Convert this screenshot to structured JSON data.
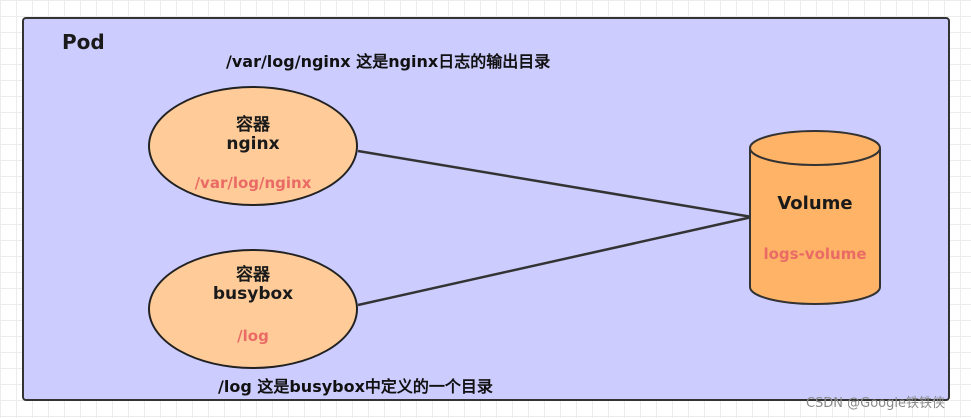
{
  "pod": {
    "label": "Pod"
  },
  "notes": {
    "top": "/var/log/nginx 这是nginx日志的输出目录",
    "bottom": "/log 这是busybox中定义的一个目录"
  },
  "containers": [
    {
      "kind": "容器",
      "name": "nginx",
      "mount_path": "/var/log/nginx"
    },
    {
      "kind": "容器",
      "name": "busybox",
      "mount_path": "/log"
    }
  ],
  "volume": {
    "title": "Volume",
    "name": "logs-volume"
  },
  "watermark": "CSDN @Google铁铁侠",
  "colors": {
    "pod_fill": "#ccccff",
    "container_fill": "#ffcc99",
    "volume_fill": "#ffb366",
    "path_text": "#ea6b66",
    "border": "#333333"
  }
}
